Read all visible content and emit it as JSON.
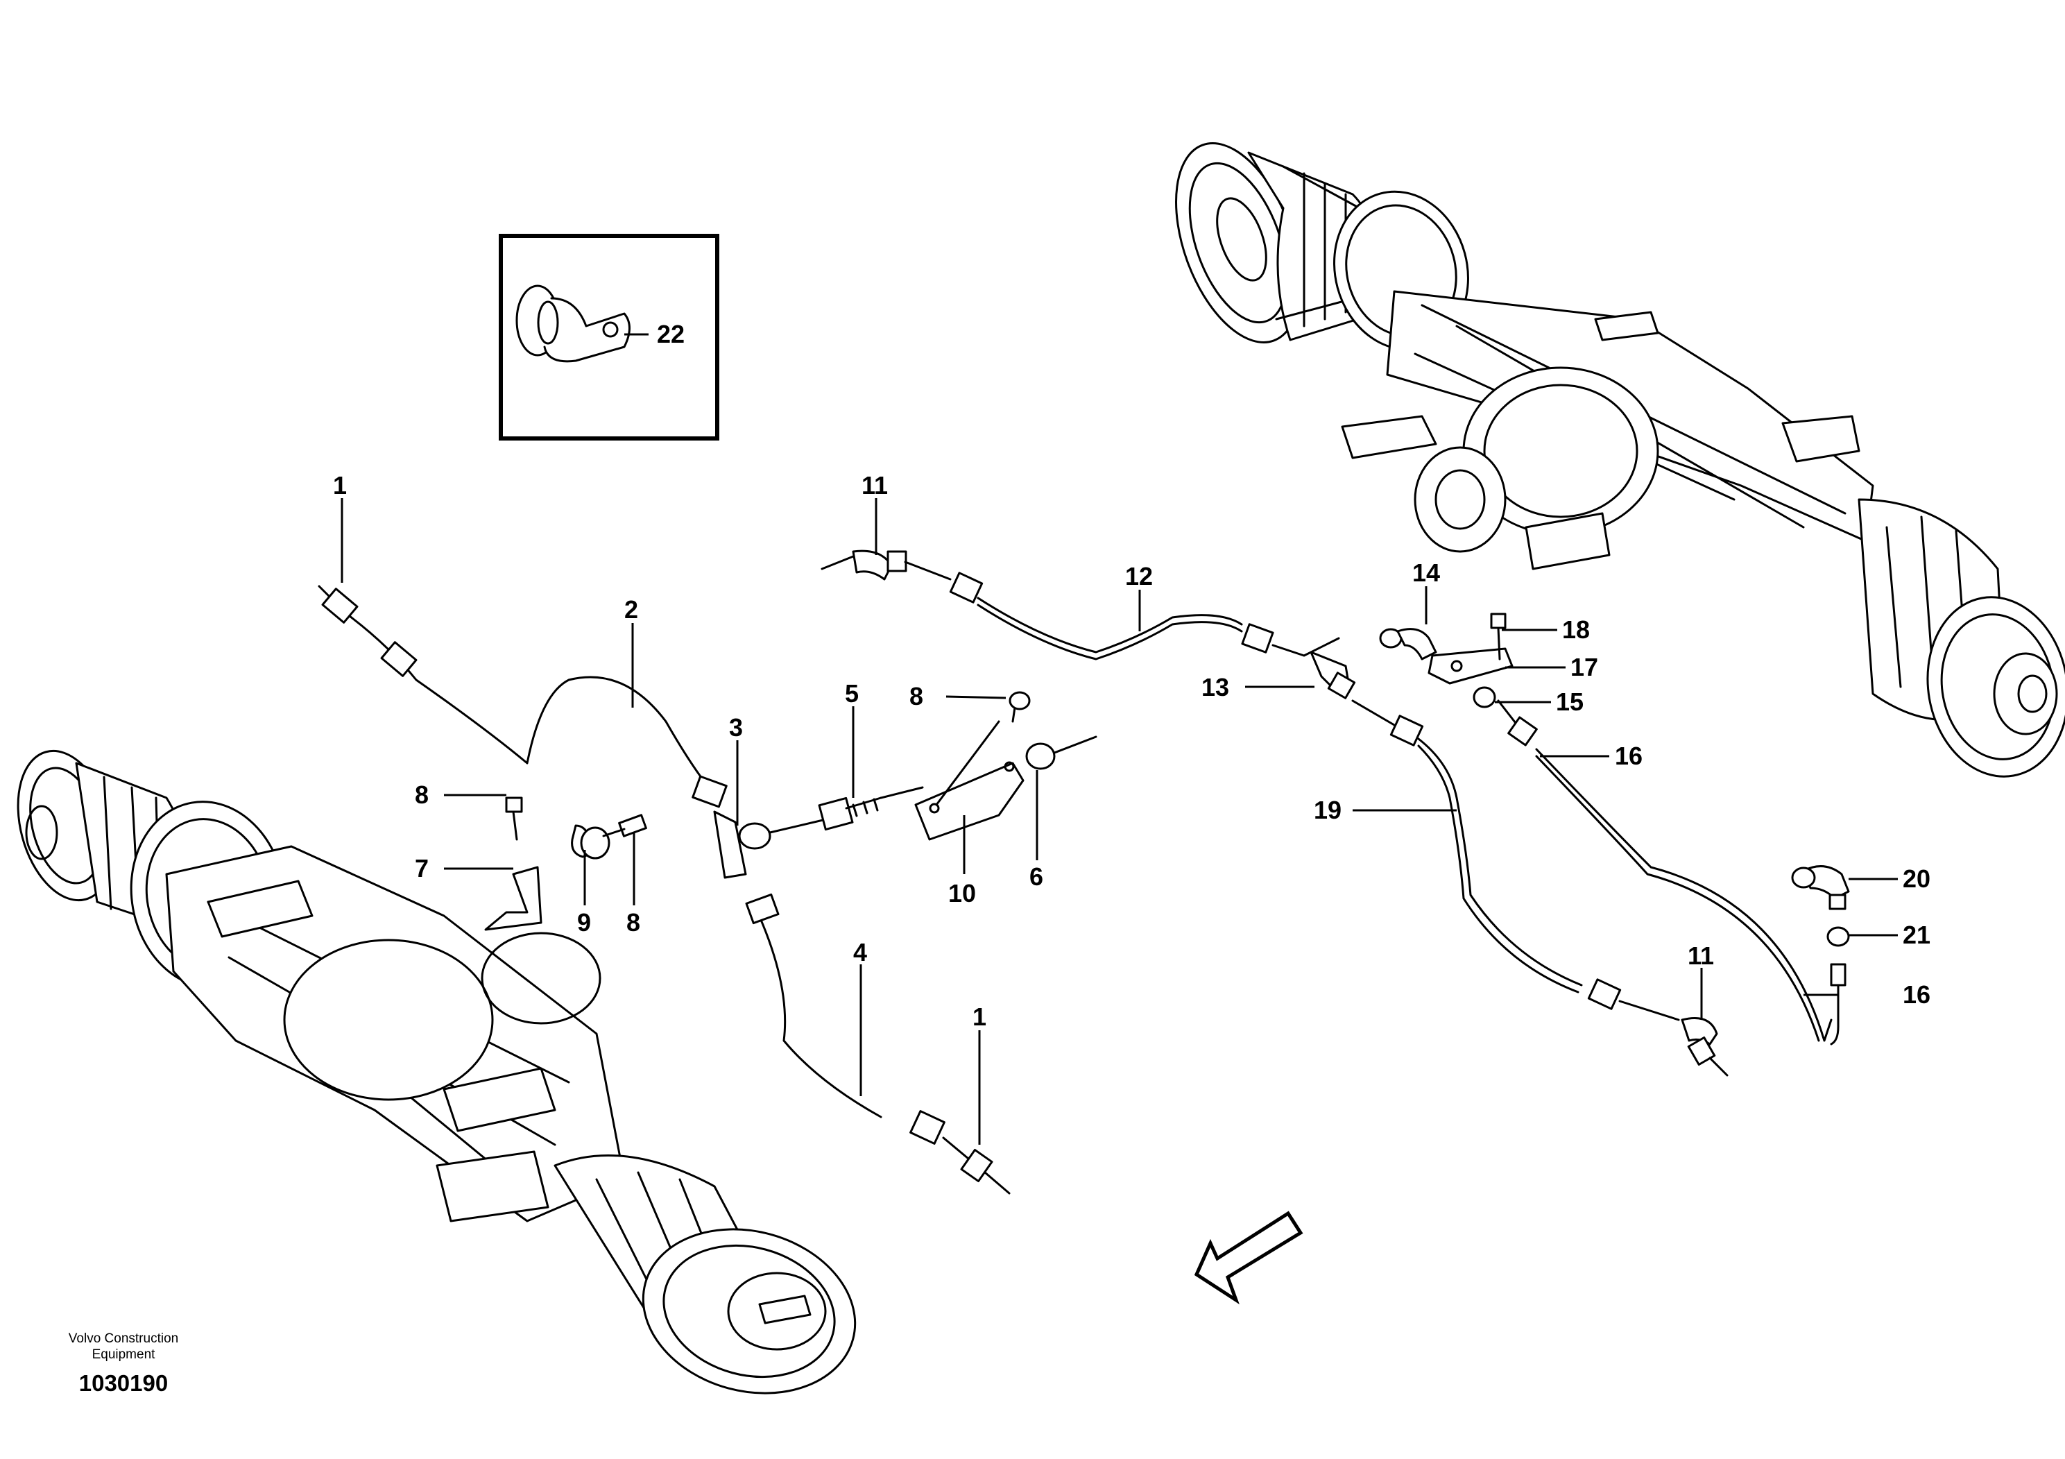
{
  "diagram": {
    "callouts": [
      {
        "id": "c1a",
        "text": "1"
      },
      {
        "id": "c2",
        "text": "2"
      },
      {
        "id": "c3",
        "text": "3"
      },
      {
        "id": "c4",
        "text": "4"
      },
      {
        "id": "c1b",
        "text": "1"
      },
      {
        "id": "c5",
        "text": "5"
      },
      {
        "id": "c6",
        "text": "6"
      },
      {
        "id": "c7",
        "text": "7"
      },
      {
        "id": "c8a",
        "text": "8"
      },
      {
        "id": "c8b",
        "text": "8"
      },
      {
        "id": "c8c",
        "text": "8"
      },
      {
        "id": "c9",
        "text": "9"
      },
      {
        "id": "c10",
        "text": "10"
      },
      {
        "id": "c11a",
        "text": "11"
      },
      {
        "id": "c11b",
        "text": "11"
      },
      {
        "id": "c12",
        "text": "12"
      },
      {
        "id": "c13",
        "text": "13"
      },
      {
        "id": "c14",
        "text": "14"
      },
      {
        "id": "c15",
        "text": "15"
      },
      {
        "id": "c16a",
        "text": "16"
      },
      {
        "id": "c16b",
        "text": "16"
      },
      {
        "id": "c17",
        "text": "17"
      },
      {
        "id": "c18",
        "text": "18"
      },
      {
        "id": "c19",
        "text": "19"
      },
      {
        "id": "c20",
        "text": "20"
      },
      {
        "id": "c21",
        "text": "21"
      },
      {
        "id": "c22",
        "text": "22"
      }
    ]
  },
  "footer": {
    "company_line1": "Volvo Construction",
    "company_line2": "Equipment",
    "drawing_number": "1030190"
  }
}
